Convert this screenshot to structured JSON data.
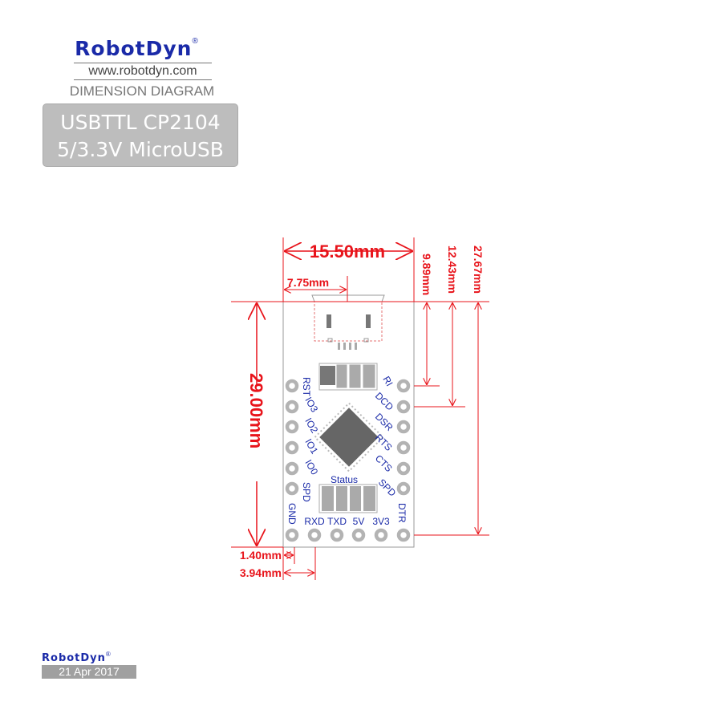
{
  "header": {
    "brand": "RobotDyn",
    "registered": "®",
    "url": "www.robotdyn.com",
    "doc_type": "DIMENSION DIAGRAM",
    "product_line1": "USBTTL CP2104",
    "product_line2": "5/3.3V MicroUSB"
  },
  "footer": {
    "brand": "RobotDyn",
    "registered": "®",
    "date": "21 Apr 2017"
  },
  "dimensions": {
    "width": "15.50mm",
    "half_width": "7.75mm",
    "height": "29.00mm",
    "ri_offset": "9.89mm",
    "dcd_offset": "12.43mm",
    "bottom_row_offset": "27.67mm",
    "edge_to_pin": "1.40mm",
    "edge_to_second_pin": "3.94mm"
  },
  "board": {
    "left_pins": [
      "RST",
      "IO3",
      "IO2",
      "IO1",
      "IO0",
      "SPD",
      "GND"
    ],
    "right_pins": [
      "RI",
      "DCD",
      "DSR",
      "RTS",
      "CTS",
      "SPD",
      "DTR"
    ],
    "bottom_pins": [
      "RXD",
      "TXD",
      "5V",
      "3V3"
    ],
    "status_label": "Status"
  },
  "colors": {
    "brand_blue": "#1a2aa8",
    "dimension_red": "#e8141b",
    "pad_gray": "#b3b3b3",
    "chip_gray": "#666666"
  }
}
